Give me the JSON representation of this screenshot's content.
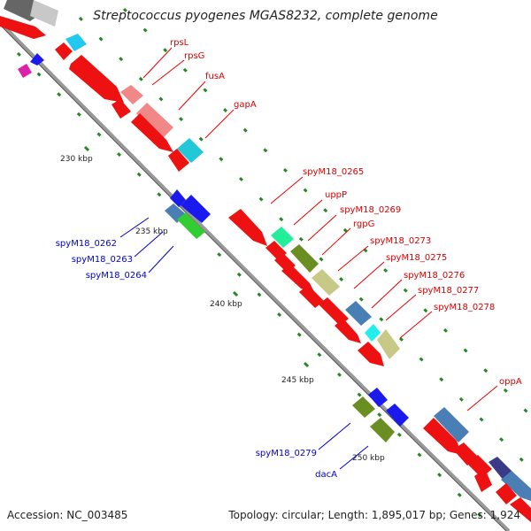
{
  "title": "Streptococcus pyogenes MGAS8232, complete genome",
  "footer": {
    "accession": "Accession: NC_003485",
    "stats": "Topology: circular; Length: 1,895,017 bp; Genes: 1,924"
  },
  "colors": {
    "forward_label": "#dd0000",
    "reverse_label": "#0000cc",
    "backbone": "#888888",
    "tick": "#228822"
  },
  "ticks": [
    "230 kbp",
    "235 kbp",
    "240 kbp",
    "245 kbp",
    "250 kbp"
  ],
  "forward_labels": [
    "rpsL",
    "rpsG",
    "fusA",
    "gapA",
    "spyM18_0265",
    "uppP",
    "spyM18_0269",
    "rgpG",
    "spyM18_0273",
    "spyM18_0275",
    "spyM18_0276",
    "spyM18_0277",
    "spyM18_0278",
    "oppA"
  ],
  "reverse_labels": [
    "spyM18_0262",
    "spyM18_0263",
    "spyM18_0264",
    "spyM18_0279",
    "dacA"
  ]
}
